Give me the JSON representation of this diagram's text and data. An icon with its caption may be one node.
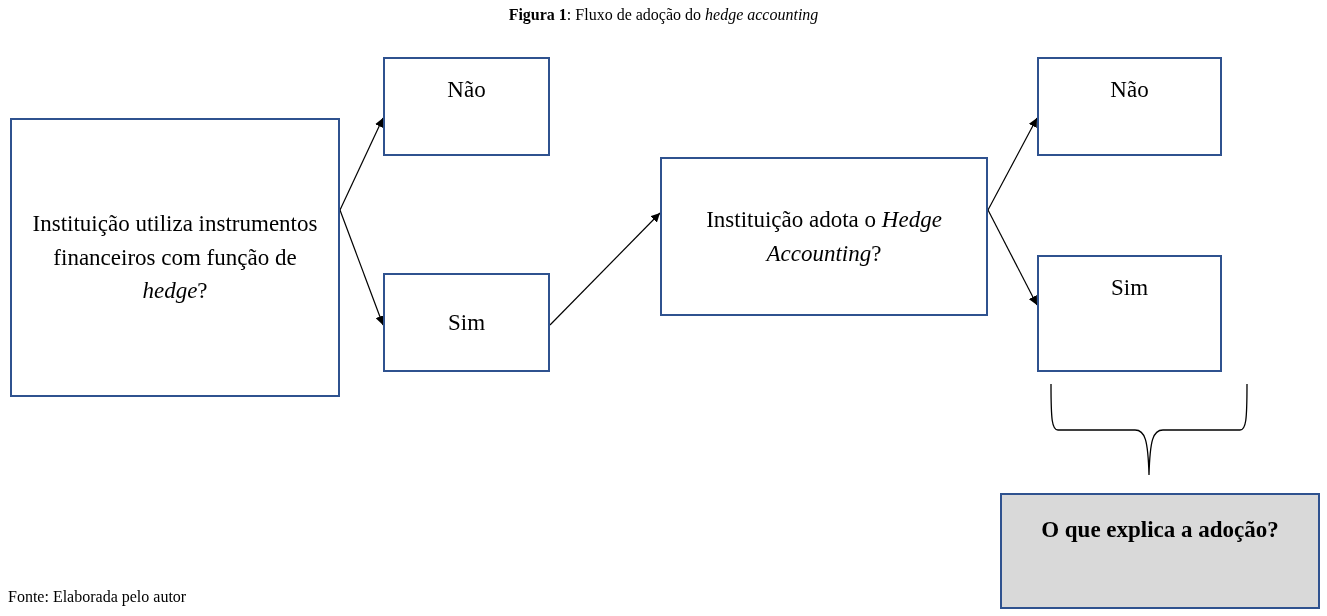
{
  "diagram": {
    "title": "**Figura 1**: Fluxo de adoção do *hedge accounting*",
    "nodes": [
      {
        "text": [
          "Instituição utiliza instrumentos financeiros com função de *hedge*?"
        ]
      },
      {
        "text": [
          "Não"
        ]
      },
      {
        "text": [
          "Sim"
        ]
      },
      {
        "text": [
          "Instituição adota o *Hedge Accounting*?"
        ]
      },
      {
        "text": [
          "Não"
        ]
      },
      {
        "text": [
          "Sim"
        ]
      },
      {
        "text": [
          "O que explica a adoção?"
        ]
      }
    ],
    "edges": [
      {
        "from": 0,
        "to": 1,
        "arrow": "to"
      },
      {
        "from": 0,
        "to": 2,
        "arrow": "to"
      },
      {
        "from": 2,
        "to": 3,
        "arrow": "to"
      },
      {
        "from": 3,
        "to": 4,
        "arrow": "to"
      },
      {
        "from": 3,
        "to": 5,
        "arrow": "to"
      }
    ],
    "labels": [
      "Fonte: Elaborada pelo autor"
    ]
  }
}
